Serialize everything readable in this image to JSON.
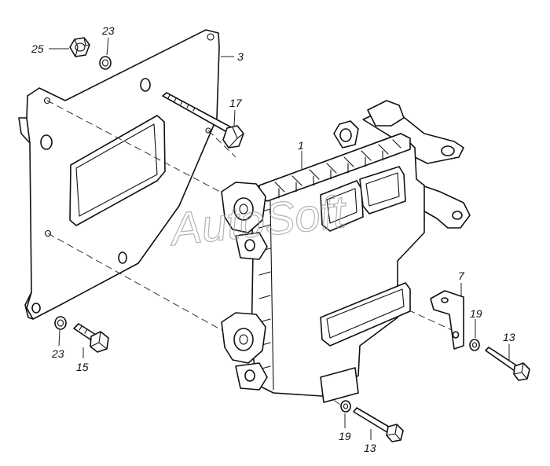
{
  "diagram": {
    "callouts": [
      {
        "id": "c1",
        "text": "1"
      },
      {
        "id": "c3",
        "text": "3"
      },
      {
        "id": "c7",
        "text": "7"
      },
      {
        "id": "c13a",
        "text": "13"
      },
      {
        "id": "c13b",
        "text": "13"
      },
      {
        "id": "c15",
        "text": "15"
      },
      {
        "id": "c17",
        "text": "17"
      },
      {
        "id": "c19a",
        "text": "19"
      },
      {
        "id": "c19b",
        "text": "19"
      },
      {
        "id": "c23a",
        "text": "23"
      },
      {
        "id": "c23b",
        "text": "23"
      },
      {
        "id": "c25",
        "text": "25"
      }
    ],
    "watermark": "AutoSoft"
  }
}
